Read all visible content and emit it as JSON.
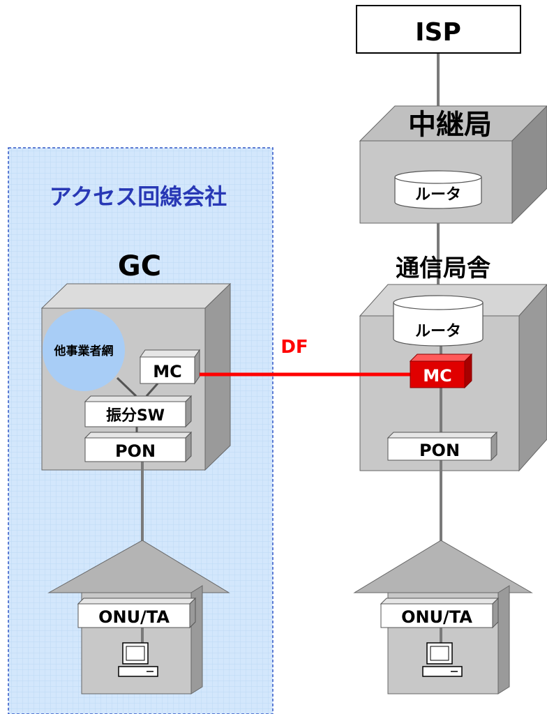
{
  "access_company": {
    "title": "アクセス回線会社"
  },
  "gc": {
    "title": "GC",
    "other_network": "他事業者網",
    "mc": "MC",
    "sw": "振分SW",
    "pon": "PON",
    "onu": "ONU/TA"
  },
  "df": {
    "label": "DF"
  },
  "isp": {
    "label": "ISP"
  },
  "relay": {
    "title": "中継局",
    "router": "ルータ"
  },
  "central": {
    "title": "通信局舎",
    "router": "ルータ",
    "mc": "MC",
    "pon": "PON",
    "onu": "ONU/TA"
  },
  "colors": {
    "access_fill": "#cfe4fb",
    "access_border": "#2f55c5",
    "title_blue": "#2838b5",
    "df_red": "#ff0000",
    "building_gray": "#c8c8c8",
    "circle_blue": "#a8cdf6"
  }
}
